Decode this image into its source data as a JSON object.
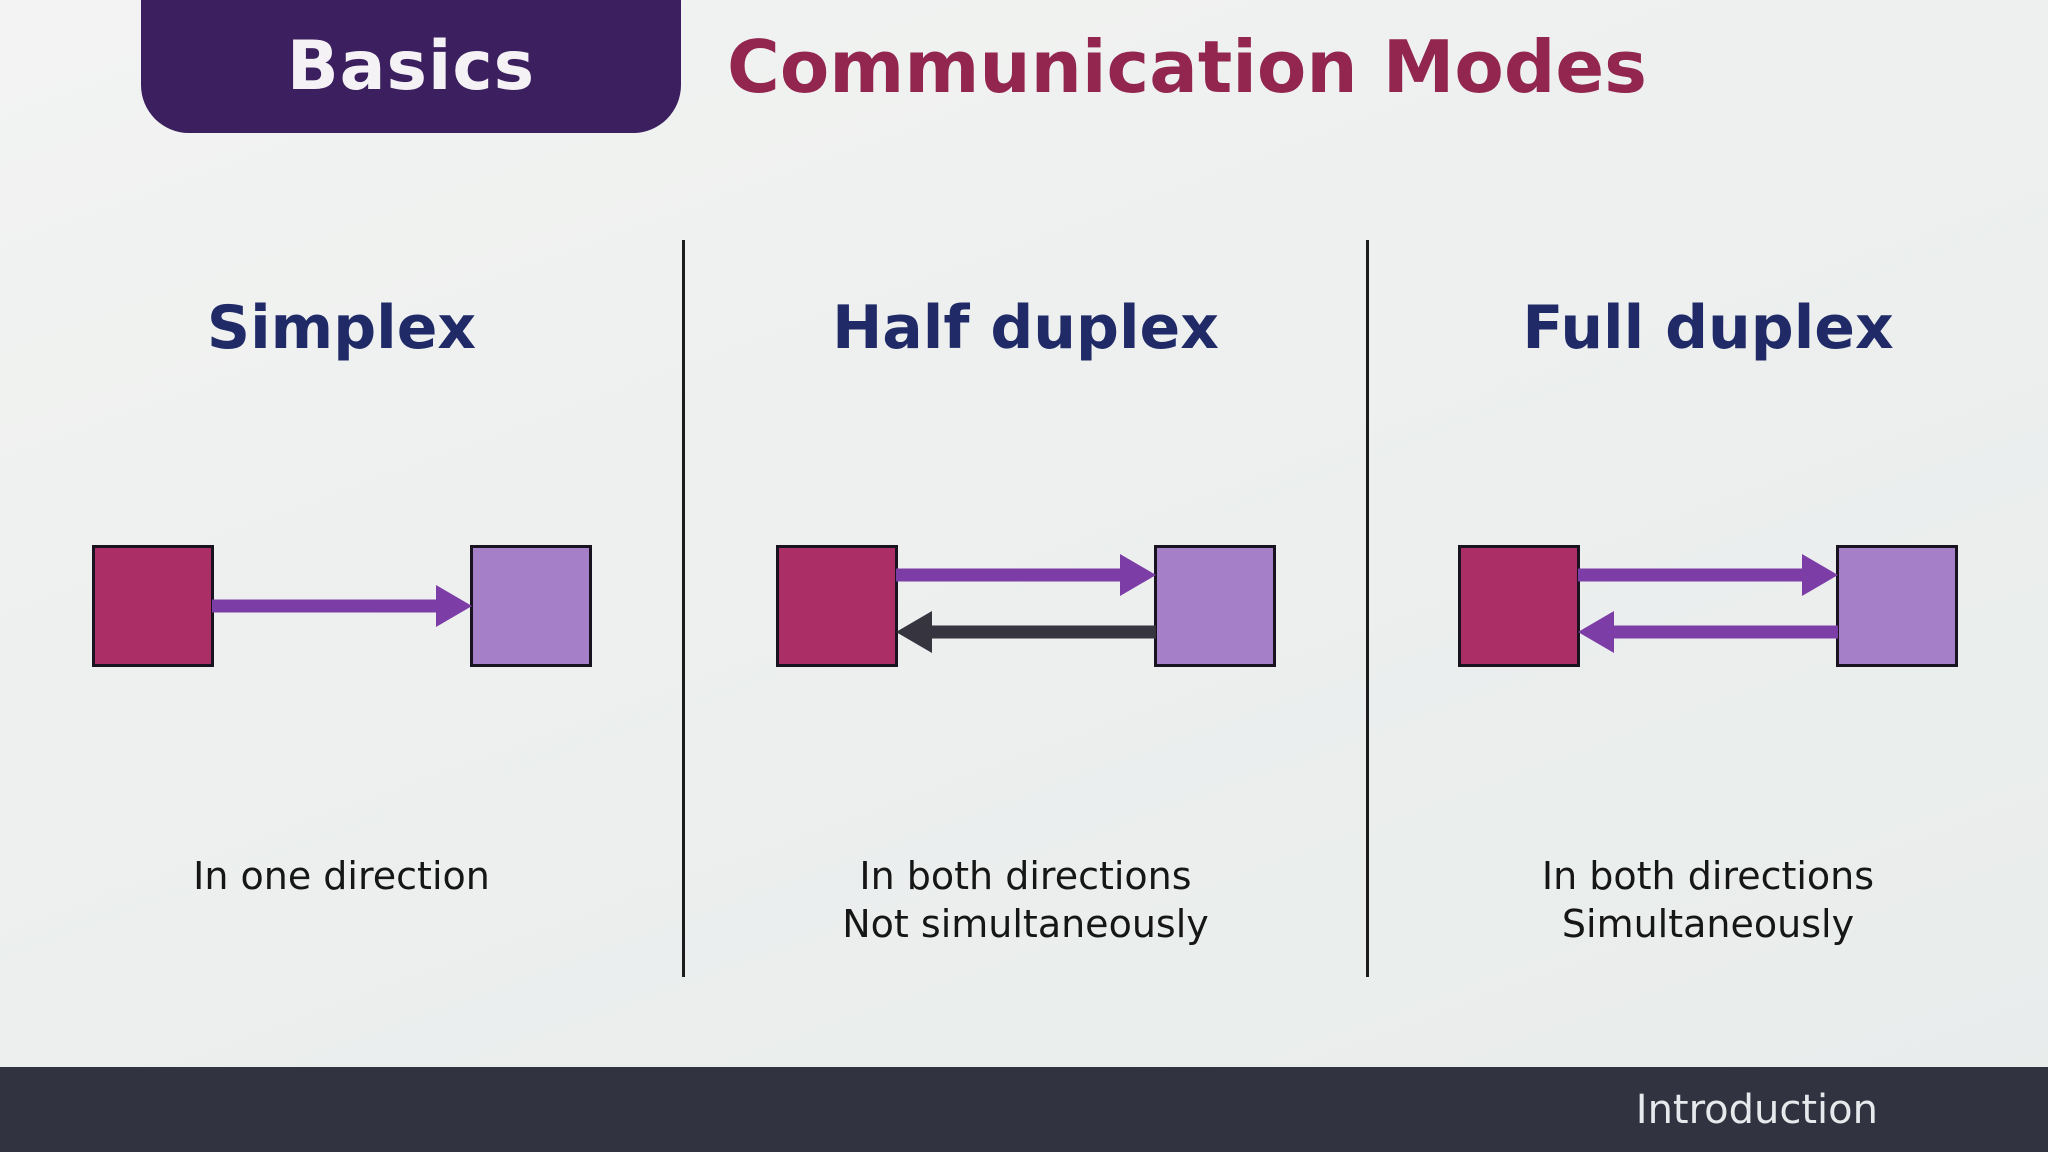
{
  "slide": {
    "badge": "Basics",
    "title": "Communication Modes",
    "footer": "Introduction"
  },
  "columns": [
    {
      "heading": "Simplex",
      "caption_line1": "In one direction",
      "arrows": [
        {
          "direction": "right",
          "color": "purple",
          "position": "middle"
        }
      ]
    },
    {
      "heading": "Half duplex",
      "caption_line1": "In both directions",
      "caption_line2": "Not simultaneously",
      "arrows": [
        {
          "direction": "right",
          "color": "purple",
          "position": "top"
        },
        {
          "direction": "left",
          "color": "dark",
          "position": "bottom"
        }
      ]
    },
    {
      "heading": "Full duplex",
      "caption_line1": "In both directions",
      "caption_line2": "Simultaneously",
      "arrows": [
        {
          "direction": "right",
          "color": "purple",
          "position": "top"
        },
        {
          "direction": "left",
          "color": "purple",
          "position": "bottom"
        }
      ]
    }
  ],
  "colors": {
    "background": "#edefee",
    "badge_bg": "#3b1f5e",
    "badge_text": "#f4f2f5",
    "title_text": "#92264f",
    "heading_text": "#1f2a67",
    "divider": "#1c1c1c",
    "sender_square": "#ab2f66",
    "receiver_square": "#a580c9",
    "square_border": "#18131f",
    "arrow_purple": "#7d3da7",
    "arrow_dark": "#35343f",
    "caption_text": "#161616",
    "footer_bg": "#313440",
    "footer_text": "#e8e9ec"
  }
}
